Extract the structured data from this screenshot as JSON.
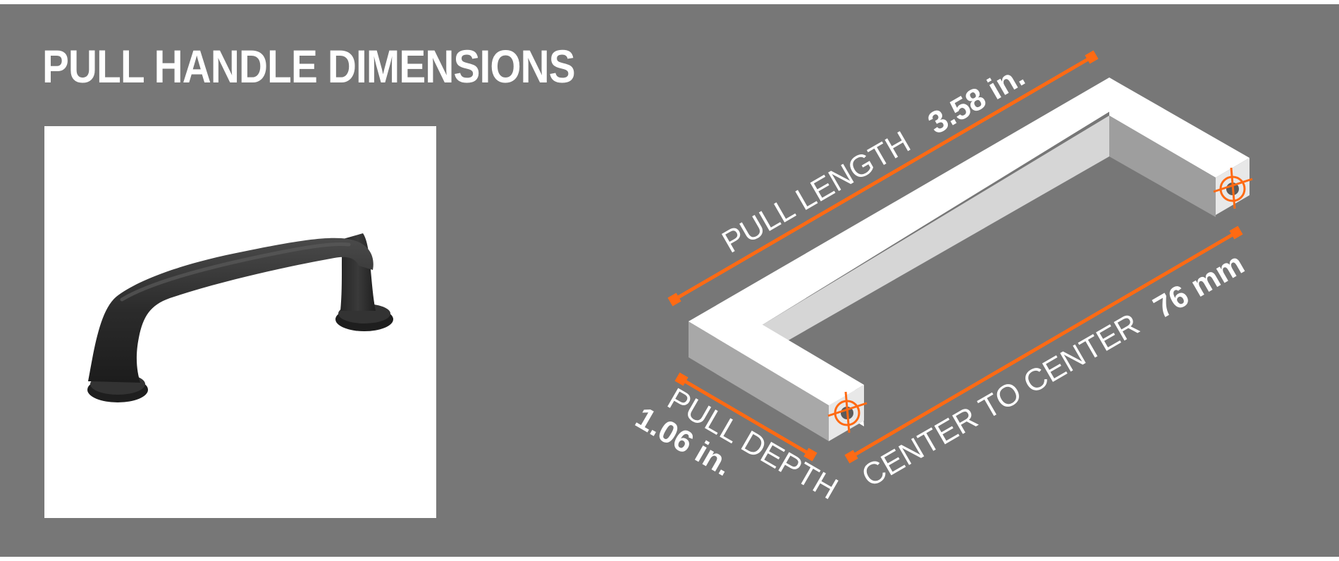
{
  "title": "PULL HANDLE DIMENSIONS",
  "colors": {
    "background": "#777777",
    "accent": "#ff6a13",
    "text": "#ffffff",
    "product": "#2b2b2b"
  },
  "product_image": {
    "icon": "pull-handle-product-photo"
  },
  "dimensions": {
    "length": {
      "label": "PULL LENGTH",
      "value": "3.58 in."
    },
    "center": {
      "label": "CENTER TO CENTER",
      "value": "76 mm"
    },
    "depth": {
      "label": "PULL DEPTH",
      "value": "1.06 in."
    }
  }
}
